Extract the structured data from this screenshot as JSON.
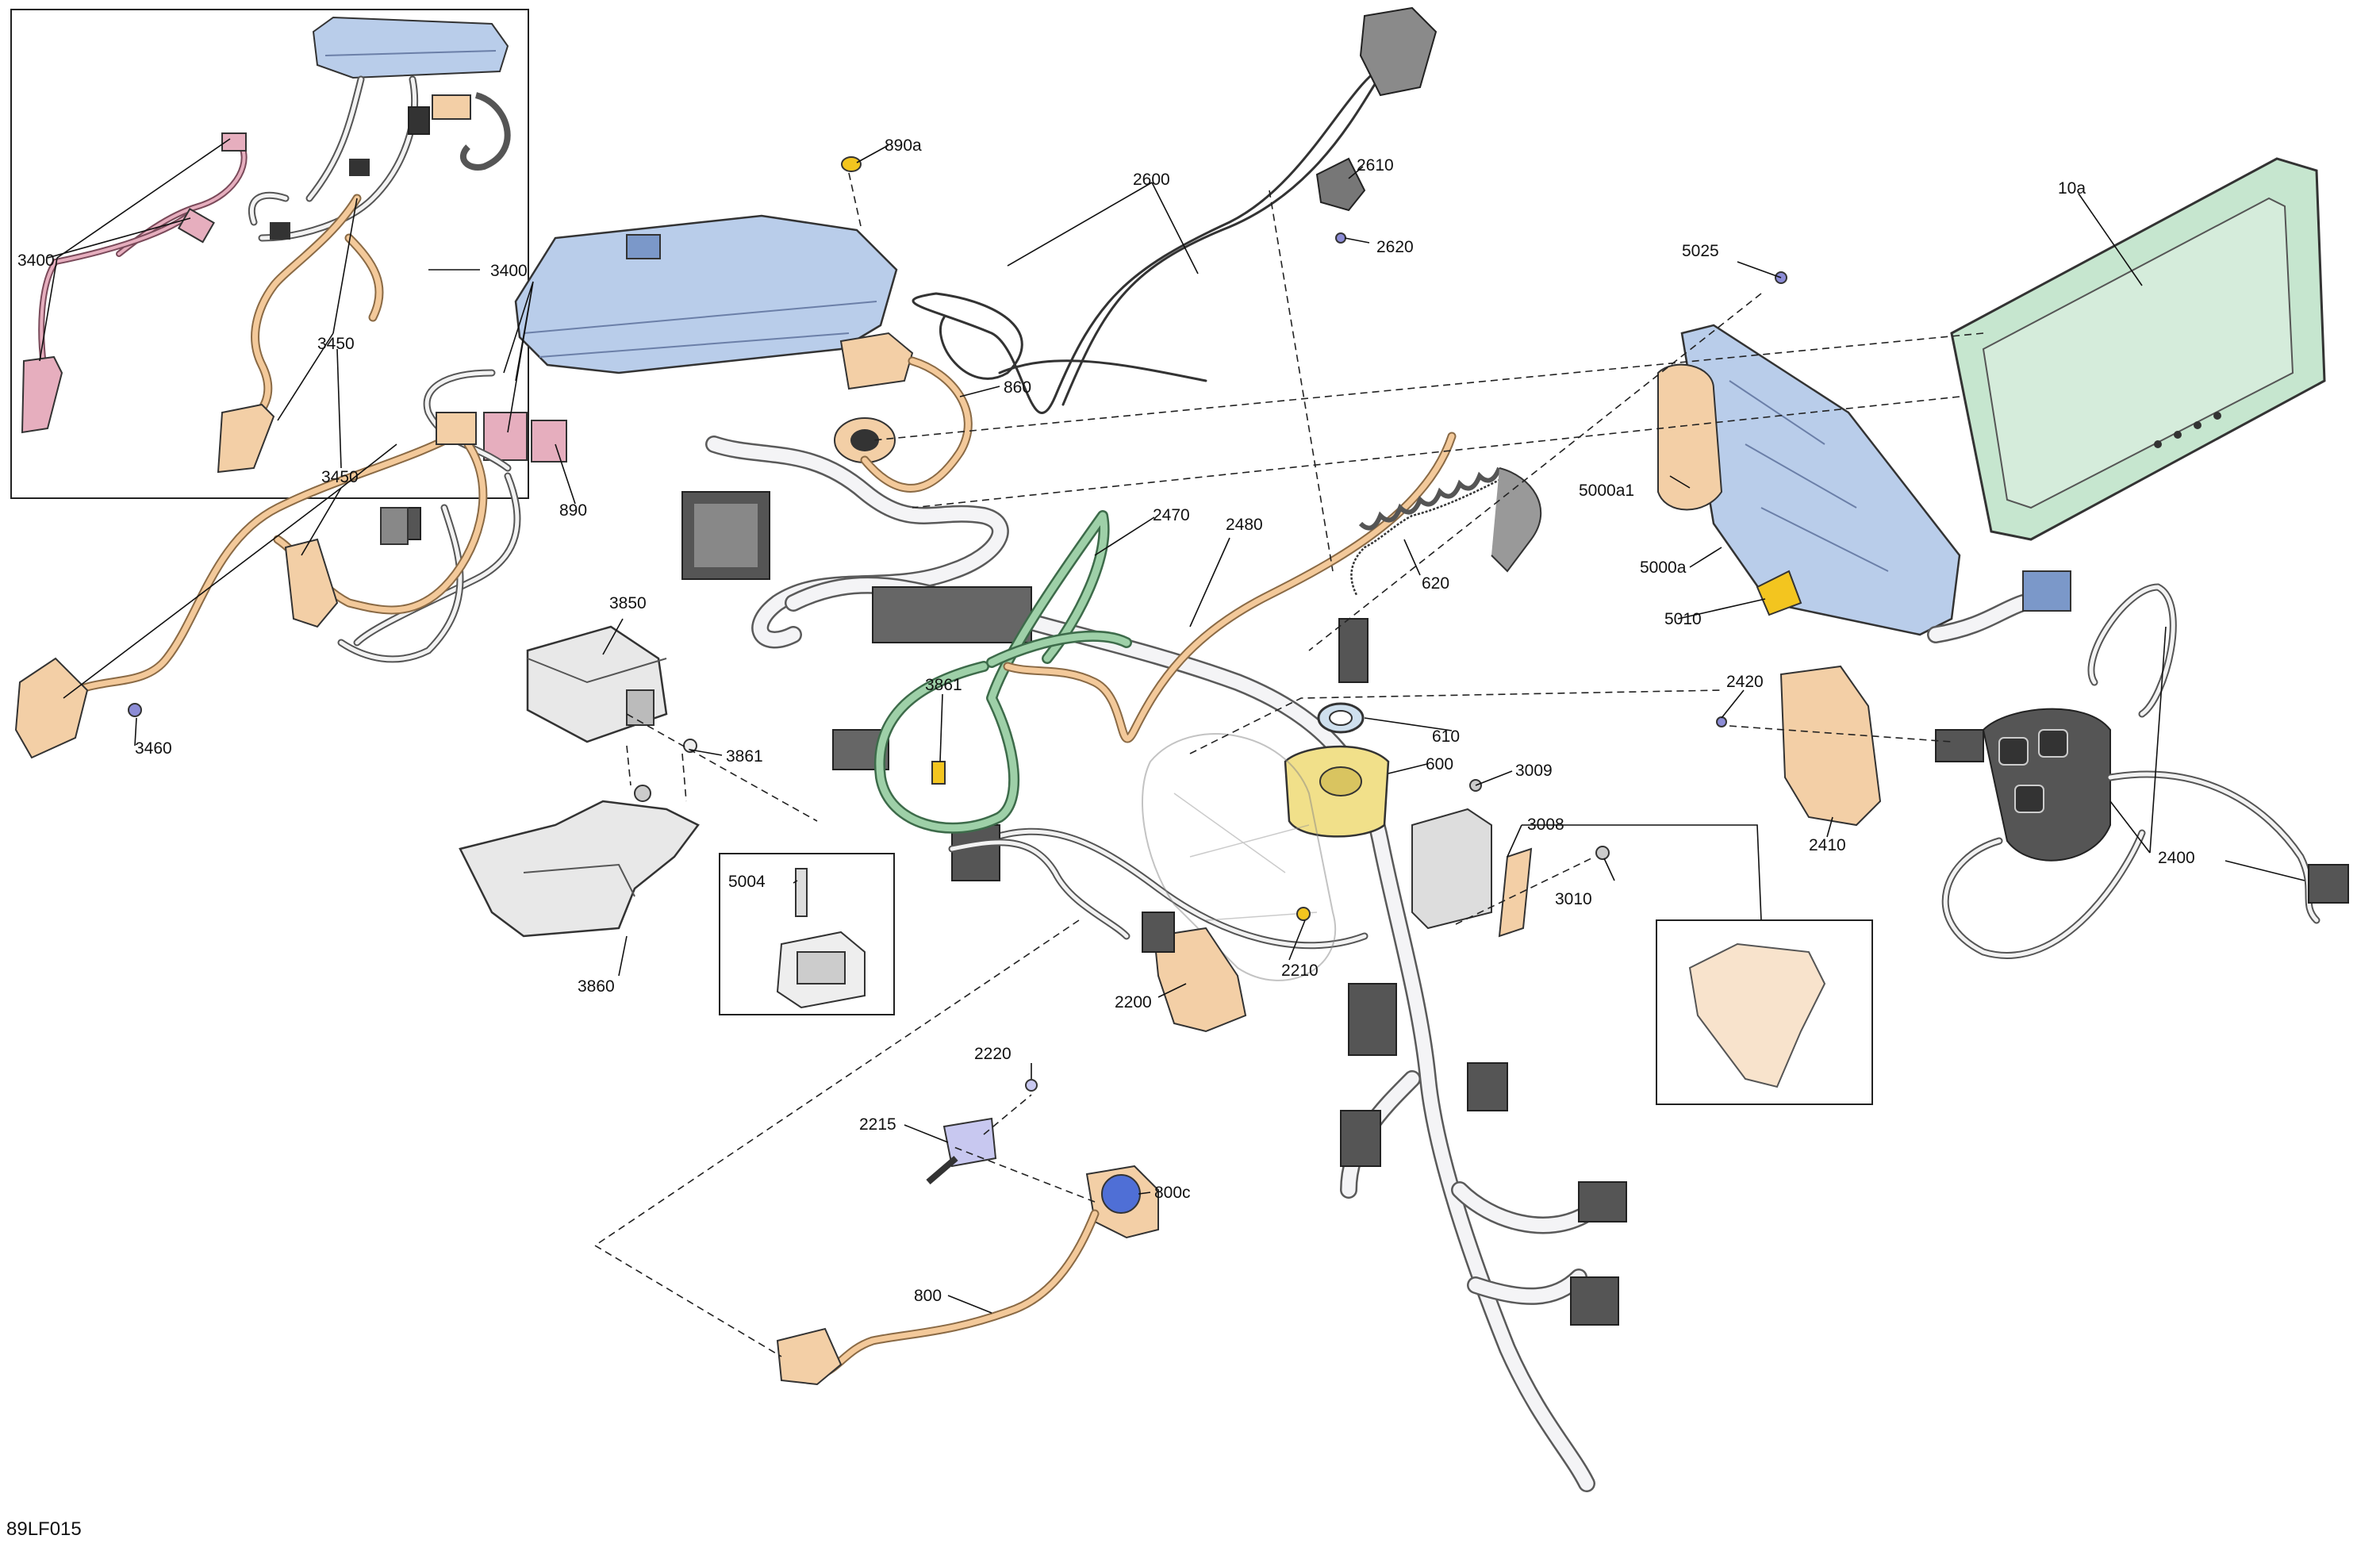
{
  "diagram_code": "89LF015",
  "labels": {
    "l_3400a": "3400",
    "l_3400b": "3400",
    "l_3450a": "3450",
    "l_3450b": "3450",
    "l_3460": "3460",
    "l_890a": "890a",
    "l_890": "890",
    "l_860": "860",
    "l_2600": "2600",
    "l_2610": "2610",
    "l_2620": "2620",
    "l_10a": "10a",
    "l_5025": "5025",
    "l_5000a1": "5000a1",
    "l_5000a": "5000a",
    "l_5010": "5010",
    "l_2470": "2470",
    "l_2480": "2480",
    "l_620": "620",
    "l_610": "610",
    "l_600": "600",
    "l_3850": "3850",
    "l_3861a": "3861",
    "l_3861b": "3861",
    "l_3860": "3860",
    "l_5004": "5004",
    "l_2420": "2420",
    "l_2410": "2410",
    "l_2400": "2400",
    "l_3009": "3009",
    "l_3008": "3008",
    "l_3010": "3010",
    "l_2210": "2210",
    "l_2200": "2200",
    "l_2220": "2220",
    "l_2215": "2215",
    "l_800c": "800c",
    "l_800": "800"
  },
  "colors": {
    "blue_part": "#b9cdea",
    "green_part": "#c6e6cf",
    "tan_part": "#f3cfa6",
    "yellow_part": "#f1e08a",
    "pink_part": "#e6aebe",
    "dark_blue_part": "#4f6fd6",
    "lavender_part": "#c8c8f0",
    "gold_part": "#f3c51f"
  }
}
